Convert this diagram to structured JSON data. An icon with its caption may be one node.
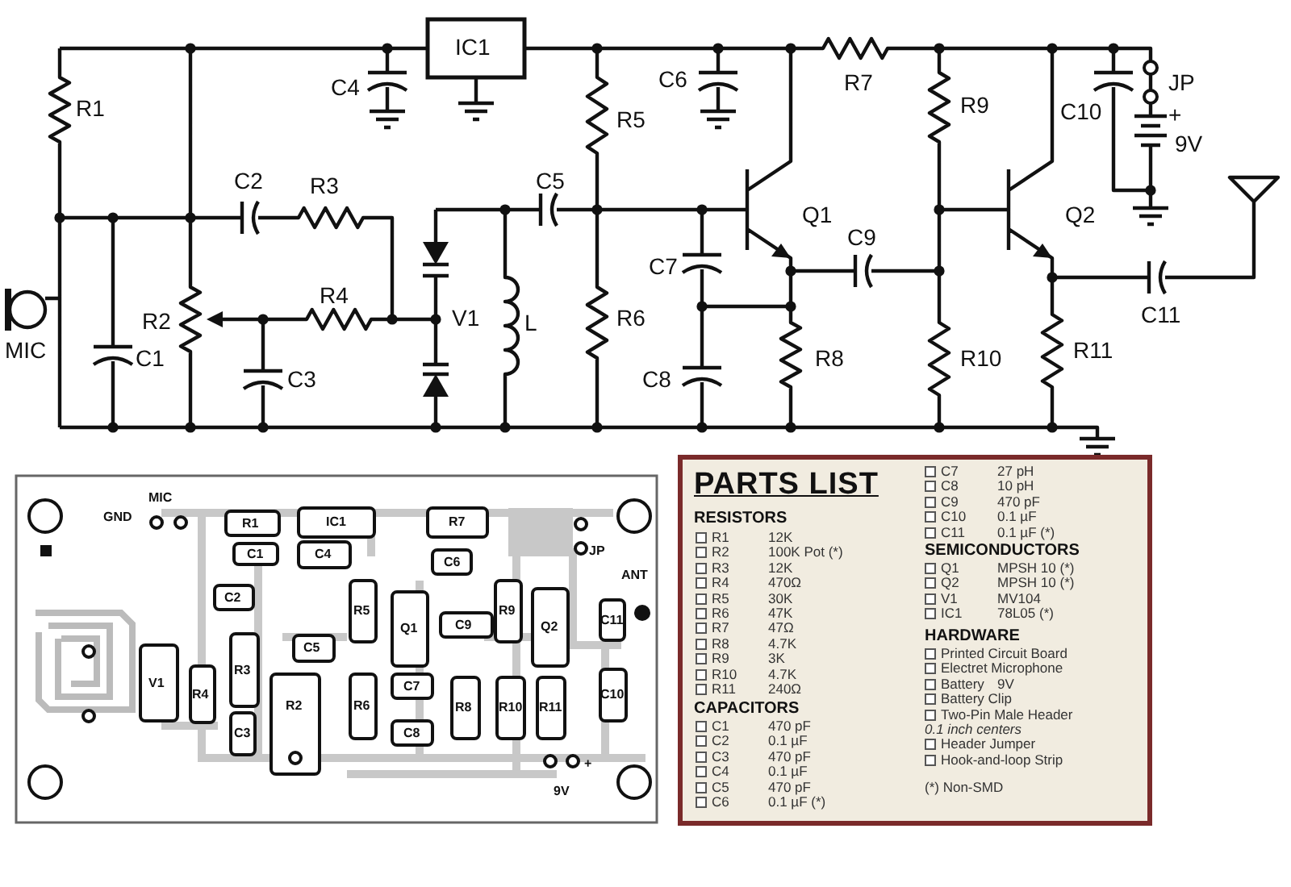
{
  "diagram": {
    "labels": [
      "IC1",
      "C4",
      "C6",
      "R7",
      "JP",
      "R1",
      "R5",
      "R9",
      "C10",
      "+",
      "9V",
      "C2",
      "R3",
      "C5",
      "C7",
      "Q1",
      "C9",
      "Q2",
      "R2",
      "R4",
      "V1",
      "L",
      "R6",
      "MIC",
      "C1",
      "R8",
      "R10",
      "R11",
      "C11",
      "C3",
      "C8",
      "MIC",
      "GND",
      "R1",
      "IC1",
      "R7",
      "C1",
      "C4",
      "C6",
      "JP",
      "ANT",
      "C2",
      "R5",
      "Q1",
      "C9",
      "R9",
      "Q2",
      "C11",
      "C5",
      "V1",
      "R4",
      "R3",
      "C7",
      "R6",
      "R8",
      "R10",
      "R11",
      "C10",
      "C3",
      "R2",
      "C8",
      "9V",
      "+",
      "PARTS LIST",
      "RESISTORS",
      "R1",
      "12K",
      "R2",
      "100K Pot (*)",
      "R3",
      "12K",
      "R4",
      "470Ω",
      "R5",
      "30K",
      "R6",
      "47K",
      "R7",
      "47Ω",
      "R8",
      "4.7K",
      "R9",
      "3K",
      "R10",
      "4.7K",
      "R11",
      "240Ω",
      "CAPACITORS",
      "C1",
      "470 pF",
      "C2",
      "0.1 µF",
      "C3",
      "470 pF",
      "C4",
      "0.1 µF",
      "C5",
      "470 pF",
      "C6",
      "0.1 µF (*)",
      "C7",
      "27 pH",
      "C8",
      "10 pH",
      "C9",
      "470 pF",
      "C10",
      "0.1 µF",
      "C11",
      "0.1 µF (*)",
      "SEMICONDUCTORS",
      "Q1",
      "MPSH 10 (*)",
      "Q2",
      "MPSH 10 (*)",
      "V1",
      "MV104",
      "IC1",
      "78L05 (*)",
      "HARDWARE",
      "Printed Circuit Board",
      "Electret Microphone",
      "Battery",
      "9V",
      "Battery Clip",
      "Two-Pin Male Header",
      "0.1 inch centers",
      "Header Jumper",
      "Hook-and-loop Strip",
      "(*) Non-SMD"
    ]
  }
}
